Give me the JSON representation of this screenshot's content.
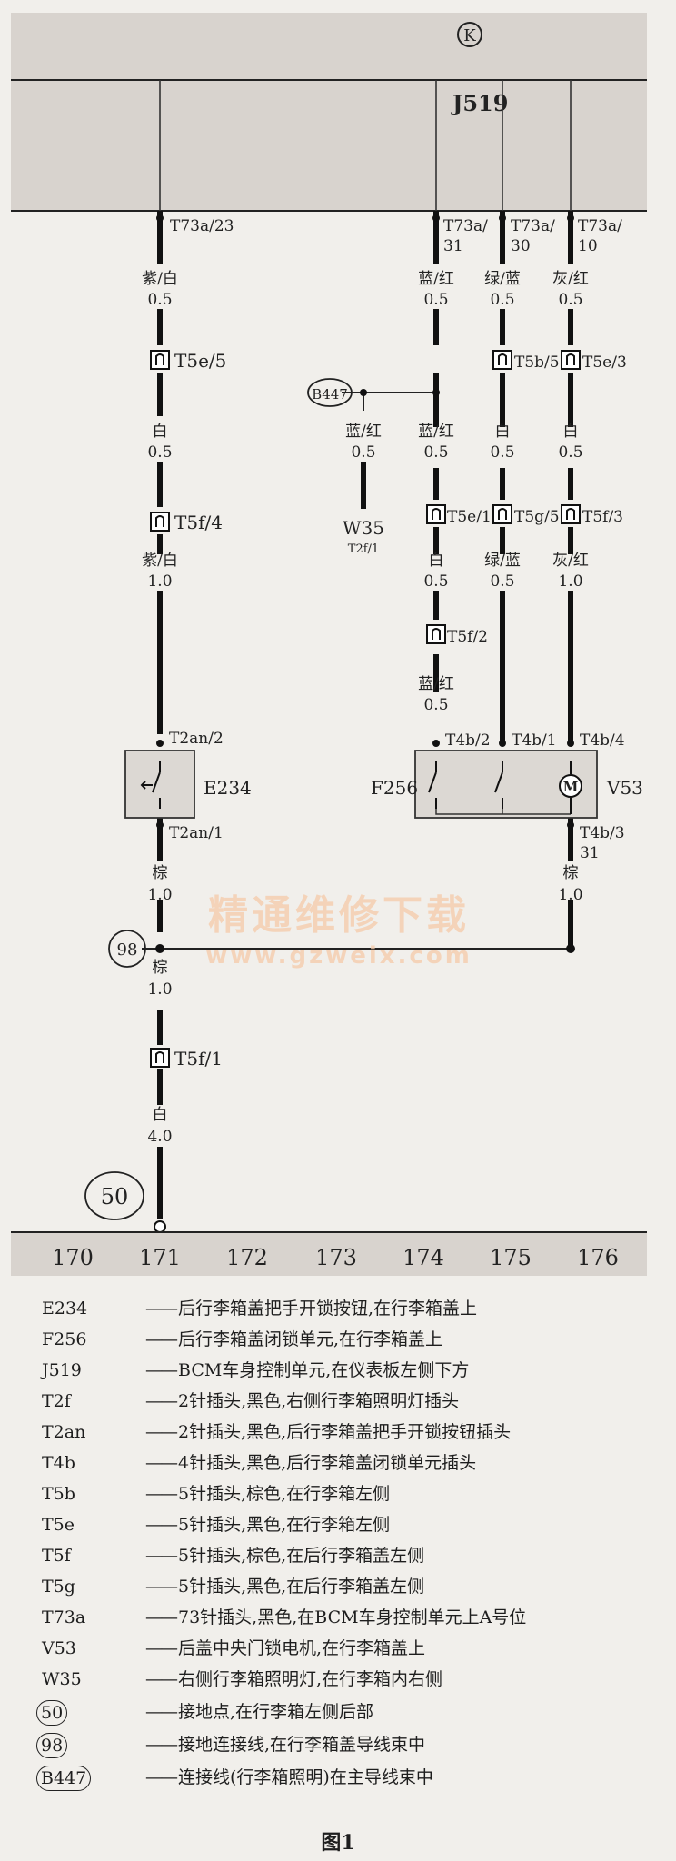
{
  "header": {
    "k_mark": "K",
    "module": "J519"
  },
  "top_pins": {
    "p1": "T73a/23",
    "p2_a": "T73a/",
    "p2_b": "31",
    "p3_a": "T73a/",
    "p3_b": "30",
    "p4_a": "T73a/",
    "p4_b": "10"
  },
  "wires": {
    "w1": {
      "color": "紫/白",
      "size": "0.5"
    },
    "w2": {
      "color": "蓝/红",
      "size": "0.5"
    },
    "w3": {
      "color": "绿/蓝",
      "size": "0.5"
    },
    "w4": {
      "color": "灰/红",
      "size": "0.5"
    },
    "w5": {
      "color": "白",
      "size": "0.5"
    },
    "w6": {
      "color": "蓝/红",
      "size": "0.5"
    },
    "w7": {
      "color": "白",
      "size": "0.5"
    },
    "w8": {
      "color": "白",
      "size": "0.5"
    },
    "w9": {
      "color": "蓝/红",
      "size": "0.5"
    },
    "w10": {
      "color": "紫/白",
      "size": "1.0"
    },
    "w11": {
      "color": "白",
      "size": "0.5"
    },
    "w12": {
      "color": "绿/蓝",
      "size": "0.5"
    },
    "w13": {
      "color": "灰/红",
      "size": "1.0"
    },
    "w14": {
      "color": "蓝/红",
      "size": "0.5"
    },
    "w15": {
      "color": "棕",
      "size": "1.0"
    },
    "w16": {
      "color": "棕",
      "size": "1.0"
    },
    "w17": {
      "color": "棕",
      "size": "1.0"
    },
    "w18": {
      "color": "白",
      "size": "4.0"
    }
  },
  "connectors": {
    "c_t5e5": "T5e/5",
    "c_t5b5": "T5b/5",
    "c_t5e3": "T5e/3",
    "c_t5f4": "T5f/4",
    "c_t5e1": "T5e/1",
    "c_t5g5": "T5g/5",
    "c_t5f3": "T5f/3",
    "c_t5f2": "T5f/2",
    "c_t5f1": "T5f/1"
  },
  "components": {
    "b447": "B447",
    "w35": "W35",
    "w35_sub": "T2f/1",
    "e234": "E234",
    "e234_pin_top": "T2an/2",
    "e234_pin_bottom": "T2an/1",
    "f256": "F256",
    "v53": "V53",
    "t4b2": "T4b/2",
    "t4b1": "T4b/1",
    "t4b4": "T4b/4",
    "t4b3": "T4b/3",
    "t4b3_num": "31",
    "motor": "M",
    "g98": "98",
    "g50": "50"
  },
  "bus": [
    "170",
    "171",
    "172",
    "173",
    "174",
    "175",
    "176"
  ],
  "watermark": {
    "cn": "精通维修下载",
    "url": "www.gzweix.com"
  },
  "legend": [
    {
      "code": "E234",
      "desc": "后行李箱盖把手开锁按钮,在行李箱盖上"
    },
    {
      "code": "F256",
      "desc": "后行李箱盖闭锁单元,在行李箱盖上"
    },
    {
      "code": "J519",
      "desc": "BCM车身控制单元,在仪表板左侧下方"
    },
    {
      "code": "T2f",
      "desc": "2针插头,黑色,右侧行李箱照明灯插头"
    },
    {
      "code": "T2an",
      "desc": "2针插头,黑色,后行李箱盖把手开锁按钮插头"
    },
    {
      "code": "T4b",
      "desc": "4针插头,黑色,后行李箱盖闭锁单元插头"
    },
    {
      "code": "T5b",
      "desc": "5针插头,棕色,在行李箱左侧"
    },
    {
      "code": "T5e",
      "desc": "5针插头,黑色,在行李箱左侧"
    },
    {
      "code": "T5f",
      "desc": "5针插头,棕色,在后行李箱盖左侧"
    },
    {
      "code": "T5g",
      "desc": "5针插头,黑色,在后行李箱盖左侧"
    },
    {
      "code": "T73a",
      "desc": "73针插头,黑色,在BCM车身控制单元上A号位"
    },
    {
      "code": "V53",
      "desc": "后盖中央门锁电机,在行李箱盖上"
    },
    {
      "code": "W35",
      "desc": "右侧行李箱照明灯,在行李箱内右侧"
    },
    {
      "code": "50",
      "desc": "接地点,在行李箱左侧后部"
    },
    {
      "code": "98",
      "desc": "接地连接线,在行李箱盖导线束中"
    },
    {
      "code": "B447",
      "desc": "连接线(行李箱照明)在主导线束中"
    }
  ],
  "caption": "图1"
}
